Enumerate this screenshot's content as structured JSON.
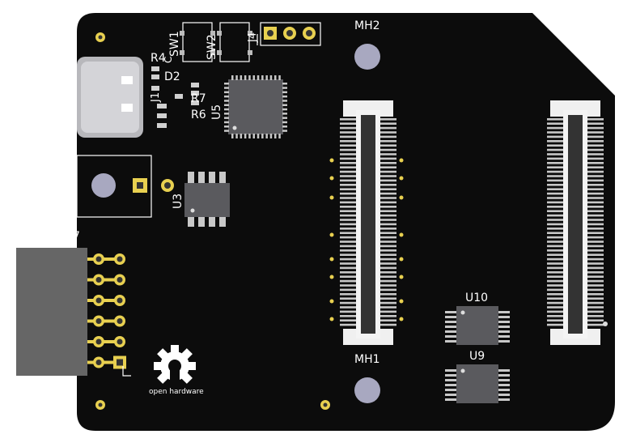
{
  "board": {
    "colors": {
      "background": "#ffffff",
      "substrate": "#0c0c0c",
      "silkscreen": "#ffffff",
      "pad_gold": "#e8d050",
      "ic_body": "#5a5a5e",
      "connector_pin": "#c8c8c8",
      "mounting_hole": "#a8a8c0"
    },
    "labels": {
      "mh2": "MH2",
      "mh1": "MH1",
      "sw1": "SW1",
      "sw2": "SW2",
      "j4": "J4",
      "r4": "R4",
      "d2": "D2",
      "r7": "R7",
      "r6": "R6",
      "u5": "U5",
      "u3": "U3",
      "u10": "U10",
      "u9": "U9",
      "j1": "J1",
      "j7": "7",
      "c": "C",
      "logo_text": "open hardware"
    }
  }
}
